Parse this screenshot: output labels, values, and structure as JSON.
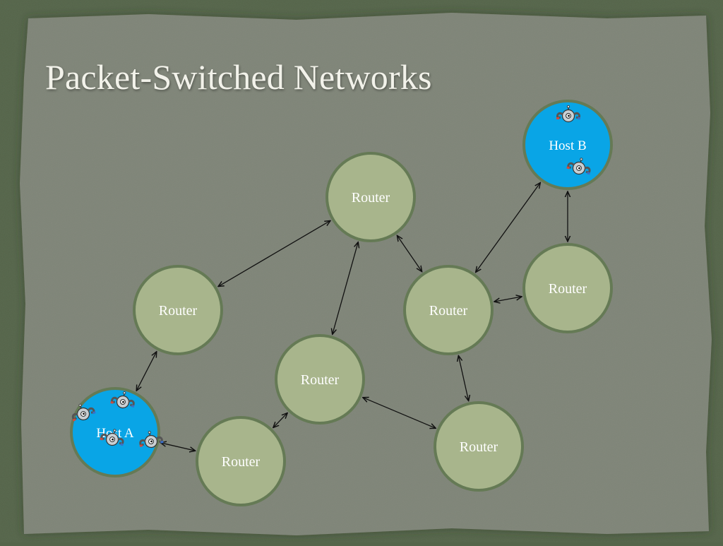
{
  "slide": {
    "title": "Packet-Switched Networks"
  },
  "colors": {
    "background_outer": "#55654a",
    "paper": "#7f8578",
    "router_fill": "#a8b58c",
    "router_stroke": "#657a55",
    "host_fill": "#09a5e6",
    "arrow": "#111111"
  },
  "nodes": {
    "router_top": "Router",
    "router_left": "Router",
    "router_center": "Router",
    "router_mid_right": "Router",
    "router_right": "Router",
    "router_bottom_left": "Router",
    "router_bottom_right": "Router",
    "host_a": "Host A",
    "host_b": "Host B"
  },
  "links": [
    [
      "router_top",
      "router_left"
    ],
    [
      "router_top",
      "router_center"
    ],
    [
      "router_top",
      "router_mid_right"
    ],
    [
      "router_mid_right",
      "host_b"
    ],
    [
      "host_b",
      "router_right"
    ],
    [
      "router_right",
      "router_mid_right"
    ],
    [
      "router_mid_right",
      "router_bottom_right"
    ],
    [
      "router_center",
      "router_bottom_right"
    ],
    [
      "router_center",
      "router_bottom_left"
    ],
    [
      "host_a",
      "router_bottom_left"
    ],
    [
      "host_a",
      "router_left"
    ]
  ],
  "icons": {
    "packet_icon": "magnet-creature-icon"
  }
}
